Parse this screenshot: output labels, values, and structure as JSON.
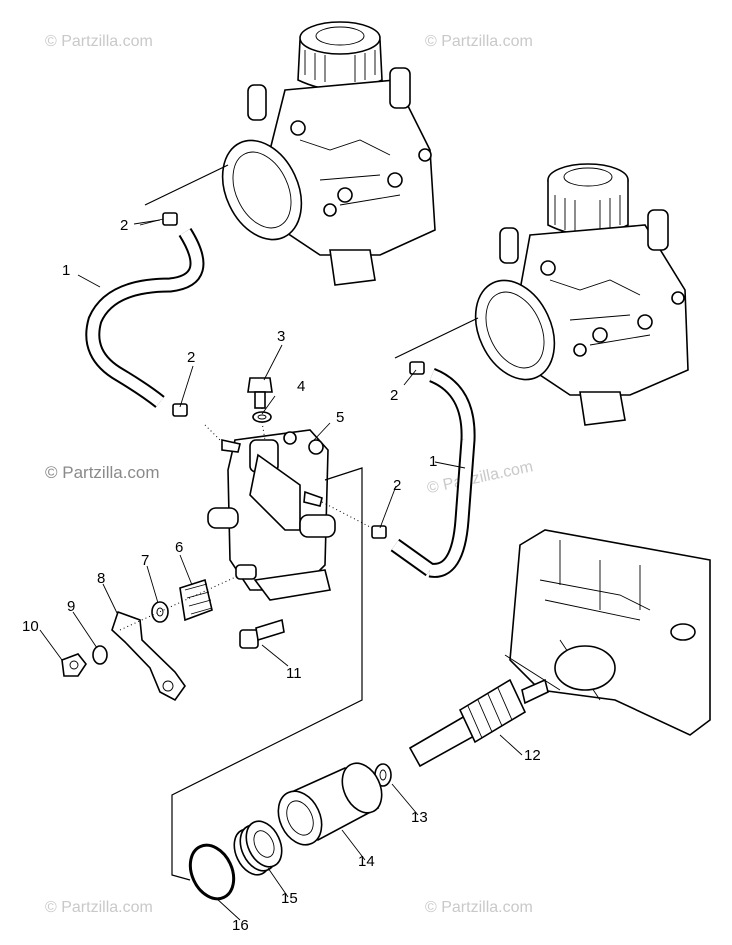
{
  "watermark": "© Partzilla.com",
  "callouts": [
    {
      "id": "c1a",
      "text": "1"
    },
    {
      "id": "c2a",
      "text": "2"
    },
    {
      "id": "c2b",
      "text": "2"
    },
    {
      "id": "c3",
      "text": "3"
    },
    {
      "id": "c4",
      "text": "4"
    },
    {
      "id": "c5",
      "text": "5"
    },
    {
      "id": "c2c",
      "text": "2"
    },
    {
      "id": "c2d",
      "text": "2"
    },
    {
      "id": "c1b",
      "text": "1"
    },
    {
      "id": "c6",
      "text": "6"
    },
    {
      "id": "c7",
      "text": "7"
    },
    {
      "id": "c8",
      "text": "8"
    },
    {
      "id": "c9",
      "text": "9"
    },
    {
      "id": "c10",
      "text": "10"
    },
    {
      "id": "c11",
      "text": "11"
    },
    {
      "id": "c12",
      "text": "12"
    },
    {
      "id": "c13",
      "text": "13"
    },
    {
      "id": "c14",
      "text": "14"
    },
    {
      "id": "c15",
      "text": "15"
    },
    {
      "id": "c16",
      "text": "16"
    }
  ]
}
